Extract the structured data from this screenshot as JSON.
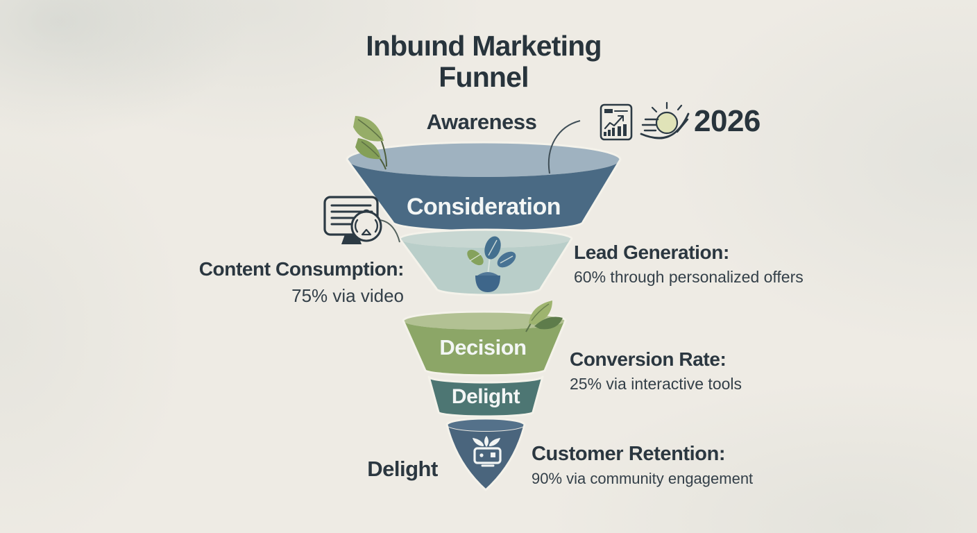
{
  "palette": {
    "background": "#eeebe4",
    "ink": "#2b3740",
    "detail_ink": "#333f48",
    "white_label": "#f3f6f5",
    "icon_outline": "#2c3a44",
    "connector": "#3f4e57",
    "gap_stroke": "#f4f2ea"
  },
  "title": {
    "line1": "Inbuınd Marketing",
    "line2": "Funnel"
  },
  "header": {
    "stage_label": "Awareness",
    "year": "2026",
    "icons": [
      "report-chart-icon",
      "sunrise-icon"
    ]
  },
  "funnel": {
    "stages": [
      {
        "id": "consideration",
        "label": "Consideration",
        "body_color": "#4a6a84",
        "rim_color": "#9fb2c0"
      },
      {
        "id": "nurture",
        "label": "",
        "body_color": "#b9cec9",
        "rim_color": "#c8d7d2",
        "icon": "potted-plant-icon"
      },
      {
        "id": "decision",
        "label": "Decision",
        "body_color": "#8ca667",
        "rim_color": "#b2c193"
      },
      {
        "id": "delight",
        "label": "Delight",
        "body_color": "#4d7673",
        "rim_color": "#4d7673"
      },
      {
        "id": "retention",
        "label": "",
        "body_color": "#4a657d",
        "rim_color": "#54718a",
        "icon": "robot-sprout-icon"
      }
    ]
  },
  "annotations": {
    "content_consumption": {
      "title": "Content Consumption:",
      "detail": "75% via video"
    },
    "lead_generation": {
      "title": "Lead Generation:",
      "detail": "60% through personalized offers"
    },
    "conversion_rate": {
      "title": "Conversion Rate:",
      "detail": "25% via interactive tools"
    },
    "customer_retention": {
      "title": "Customer Retention:",
      "detail": "90% via community engagement"
    },
    "delight_side_label": "Delight"
  }
}
